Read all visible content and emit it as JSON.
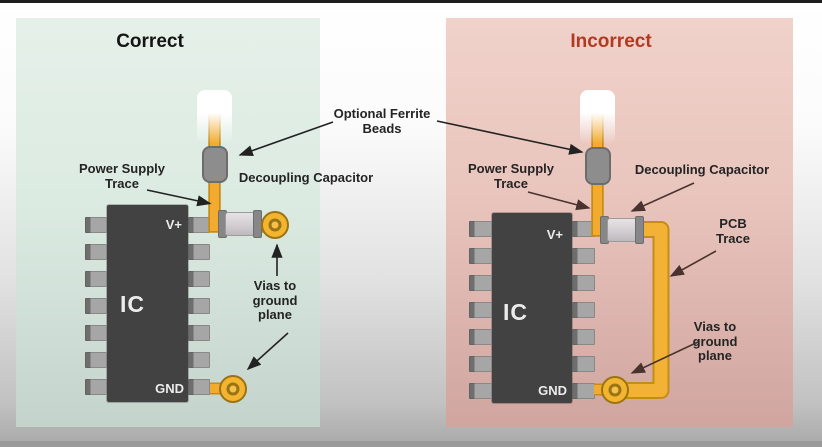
{
  "panels": {
    "correct": {
      "title": "Correct",
      "title_color": "#151515",
      "background": "#dcebe2",
      "ic": {
        "name": "IC",
        "top_pin_label": "V+",
        "bottom_pin_label": "GND",
        "pins_per_side": 7
      },
      "labels": {
        "power_supply_trace": {
          "lines": [
            "Power Supply",
            "Trace"
          ]
        },
        "decoupling_capacitor": {
          "lines": [
            "Decoupling Capacitor"
          ]
        },
        "vias_to_ground_plane": {
          "lines": [
            "Vias to",
            "ground",
            "plane"
          ]
        }
      }
    },
    "incorrect": {
      "title": "Incorrect",
      "title_color": "#b23a23",
      "background": "#e8c4bc",
      "ic": {
        "name": "IC",
        "top_pin_label": "V+",
        "bottom_pin_label": "GND",
        "pins_per_side": 7
      },
      "labels": {
        "power_supply_trace": {
          "lines": [
            "Power Supply",
            "Trace"
          ]
        },
        "decoupling_capacitor": {
          "lines": [
            "Decoupling Capacitor"
          ]
        },
        "pcb_trace": {
          "lines": [
            "PCB",
            "Trace"
          ]
        },
        "vias_to_ground_plane": {
          "lines": [
            "Vias to",
            "ground",
            "plane"
          ]
        }
      }
    }
  },
  "shared_labels": {
    "optional_ferrite_beads": {
      "lines": [
        "Optional Ferrite",
        "Beads"
      ]
    }
  },
  "colors": {
    "trace": "#f2ab2e",
    "trace_outline": "#c78c17",
    "via_fill": "#f3b52f",
    "via_ring": "#9a7414",
    "ferrite_bead": "#8d8d8d",
    "capacitor_body": "#d8d3d6",
    "capacitor_ends": "#878787",
    "ic_body": "#424242",
    "pin": "#a6a6a6",
    "correct_panel_bg": "#dcebe2",
    "incorrect_panel_bg": "#e8c4bc",
    "incorrect_title": "#b23a23",
    "arrow_dark": "#222222",
    "arrow_warm": "#4a332e"
  }
}
